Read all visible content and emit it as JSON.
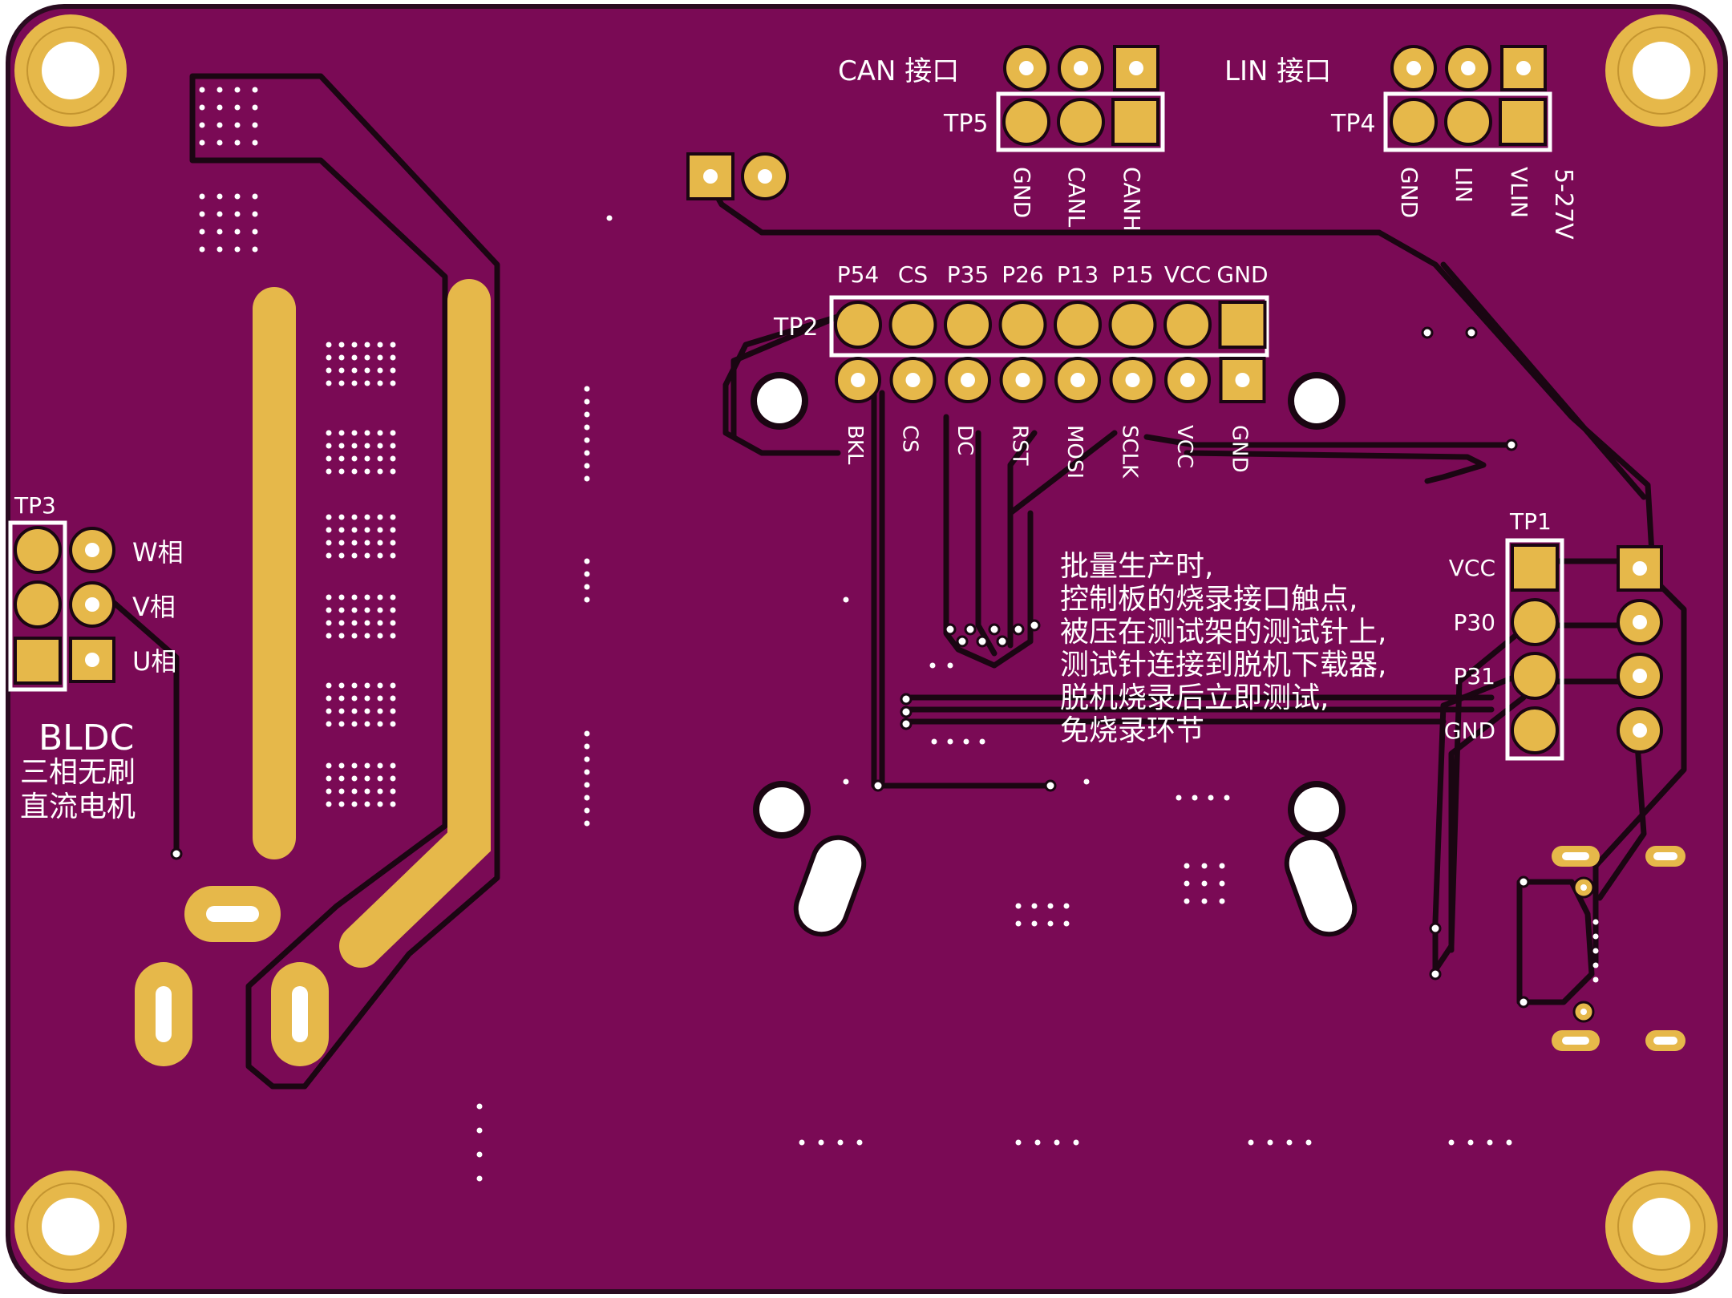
{
  "board": {
    "colors": {
      "substrate": "#7a0a55",
      "copper": "#e6b84a",
      "trace": "#1a0612",
      "silk": "#ffffff",
      "hole": "#ffffff",
      "edge": "#2a0b20"
    }
  },
  "labels": {
    "can_title": "CAN 接口",
    "lin_title": "LIN 接口",
    "tp5": "TP5",
    "tp4": "TP4",
    "tp2": "TP2",
    "tp3": "TP3",
    "tp1": "TP1",
    "tp5_pins": [
      "GND",
      "CANL",
      "CANH"
    ],
    "tp4_pins": [
      "GND",
      "LIN",
      "VLIN"
    ],
    "tp4_voltage": "5-27V",
    "tp2_top": [
      "P54",
      "CS",
      "P35",
      "P26",
      "P13",
      "P15",
      "VCC",
      "GND"
    ],
    "tp2_bottom": [
      "BKL",
      "CS",
      "DC",
      "RST",
      "MOSI",
      "SCLK",
      "VCC",
      "GND"
    ],
    "tp3_phases": [
      "W相",
      "V相",
      "U相"
    ],
    "bldc": "BLDC",
    "bldc_desc": [
      "三相无刷",
      "直流电机"
    ],
    "tp1_pins": [
      "VCC",
      "P30",
      "P31",
      "GND"
    ],
    "note": [
      "批量生产时,",
      "控制板的烧录接口触点,",
      "被压在测试架的测试针上,",
      "测试针连接到脱机下载器,",
      "脱机烧录后立即测试,",
      "免烧录环节"
    ]
  }
}
